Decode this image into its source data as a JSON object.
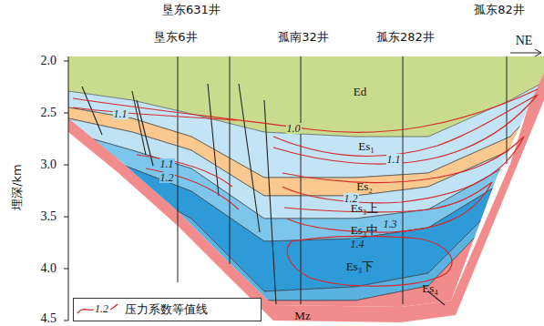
{
  "diagram": {
    "labels": [
      "垦东631井",
      "垦东6井",
      "孤南32井",
      "孤东282井",
      "孤东82井",
      "NE",
      "2.0",
      "2.5",
      "3.0",
      "3.5",
      "4.0",
      "4.5",
      "埋深/km",
      "Ed",
      "Es₁",
      "Es₂",
      "Es₃上",
      "Es₃中",
      "Es₃下",
      "Es₄",
      "Mz",
      "1.1",
      "1.0",
      "1.1",
      "1.1",
      "1.2",
      "1.2",
      "1.3",
      "1.4",
      "1.2"
    ],
    "legend": [
      {
        "text": "压力系数等值线"
      }
    ]
  }
}
